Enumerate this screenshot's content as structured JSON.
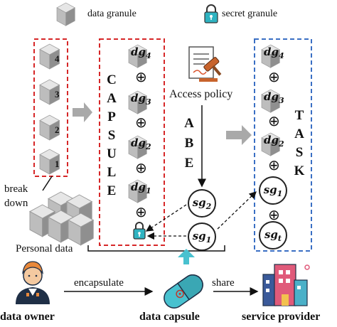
{
  "legend": {
    "data_granule": "data granule",
    "secret_granule": "secret granule"
  },
  "personal_cubes": [
    "4",
    "3",
    "2",
    "1"
  ],
  "break_down": "break\ndown",
  "personal_data": "Personal data",
  "capsule": {
    "vertical_label": [
      "C",
      "A",
      "P",
      "S",
      "U",
      "L",
      "E"
    ],
    "granules": [
      {
        "base": "dg",
        "sub": "4"
      },
      {
        "base": "dg",
        "sub": "3"
      },
      {
        "base": "dg",
        "sub": "2"
      },
      {
        "base": "dg",
        "sub": "1"
      }
    ],
    "oplus": "⊕"
  },
  "access_policy": "Access policy",
  "abe_label": [
    "A",
    "B",
    "E"
  ],
  "secret_circles": [
    {
      "base": "sg",
      "sub": "2"
    },
    {
      "base": "sg",
      "sub": "1"
    }
  ],
  "task": {
    "vertical_label": [
      "T",
      "A",
      "S",
      "K"
    ],
    "granules": [
      {
        "base": "dg",
        "sub": "4"
      },
      {
        "base": "dg",
        "sub": "3"
      },
      {
        "base": "dg",
        "sub": "2"
      }
    ],
    "secrets": [
      {
        "base": "sg",
        "sub": "1"
      },
      {
        "base": "sg",
        "sub": "t"
      }
    ]
  },
  "flow": {
    "encapsulate": "encapsulate",
    "share": "share"
  },
  "bottom": {
    "data_owner": "data owner",
    "data_capsule": "data capsule",
    "service_provider": "service provider"
  },
  "colors": {
    "capsule_border": "#d62728",
    "task_border": "#3a6fc4",
    "cube_top": "#e6e6e6",
    "cube_front": "#b8b8b8",
    "cube_side": "#8f8f8f",
    "lock": "#2fb3c1",
    "arrow_gray": "#a9a9a9",
    "up_arrow": "#48c1cf",
    "owner_orange": "#e8883a",
    "owner_dark": "#1f2f46"
  }
}
